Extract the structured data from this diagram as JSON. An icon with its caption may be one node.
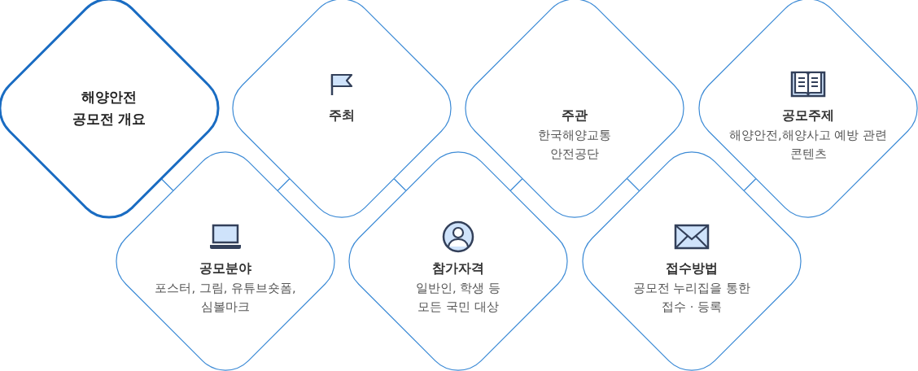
{
  "diagram": {
    "nodes": [
      {
        "text": [
          "해양안전 공모전 개요"
        ]
      },
      {
        "text": [
          "주최"
        ]
      },
      {
        "text": [
          "주관",
          "한국해양교통안전공단"
        ]
      },
      {
        "text": [
          "공모주제",
          "해양안전,해양사고 예방 관련 콘텐츠"
        ]
      },
      {
        "text": [
          "공모분야",
          "포스터, 그림, 유튜브숏폼, 심볼마크"
        ]
      },
      {
        "text": [
          "참가자격",
          "일반인, 학생 등 모든 국민 대상"
        ]
      },
      {
        "text": [
          "접수방법",
          "공모전 누리집을 통한 접수 · 등록"
        ]
      }
    ],
    "edges": [
      {
        "from": 0,
        "to": 4,
        "arrow": "none"
      },
      {
        "from": 1,
        "to": 4,
        "arrow": "none"
      },
      {
        "from": 1,
        "to": 5,
        "arrow": "none"
      },
      {
        "from": 2,
        "to": 5,
        "arrow": "none"
      },
      {
        "from": 2,
        "to": 6,
        "arrow": "none"
      },
      {
        "from": 3,
        "to": 6,
        "arrow": "none"
      }
    ]
  }
}
